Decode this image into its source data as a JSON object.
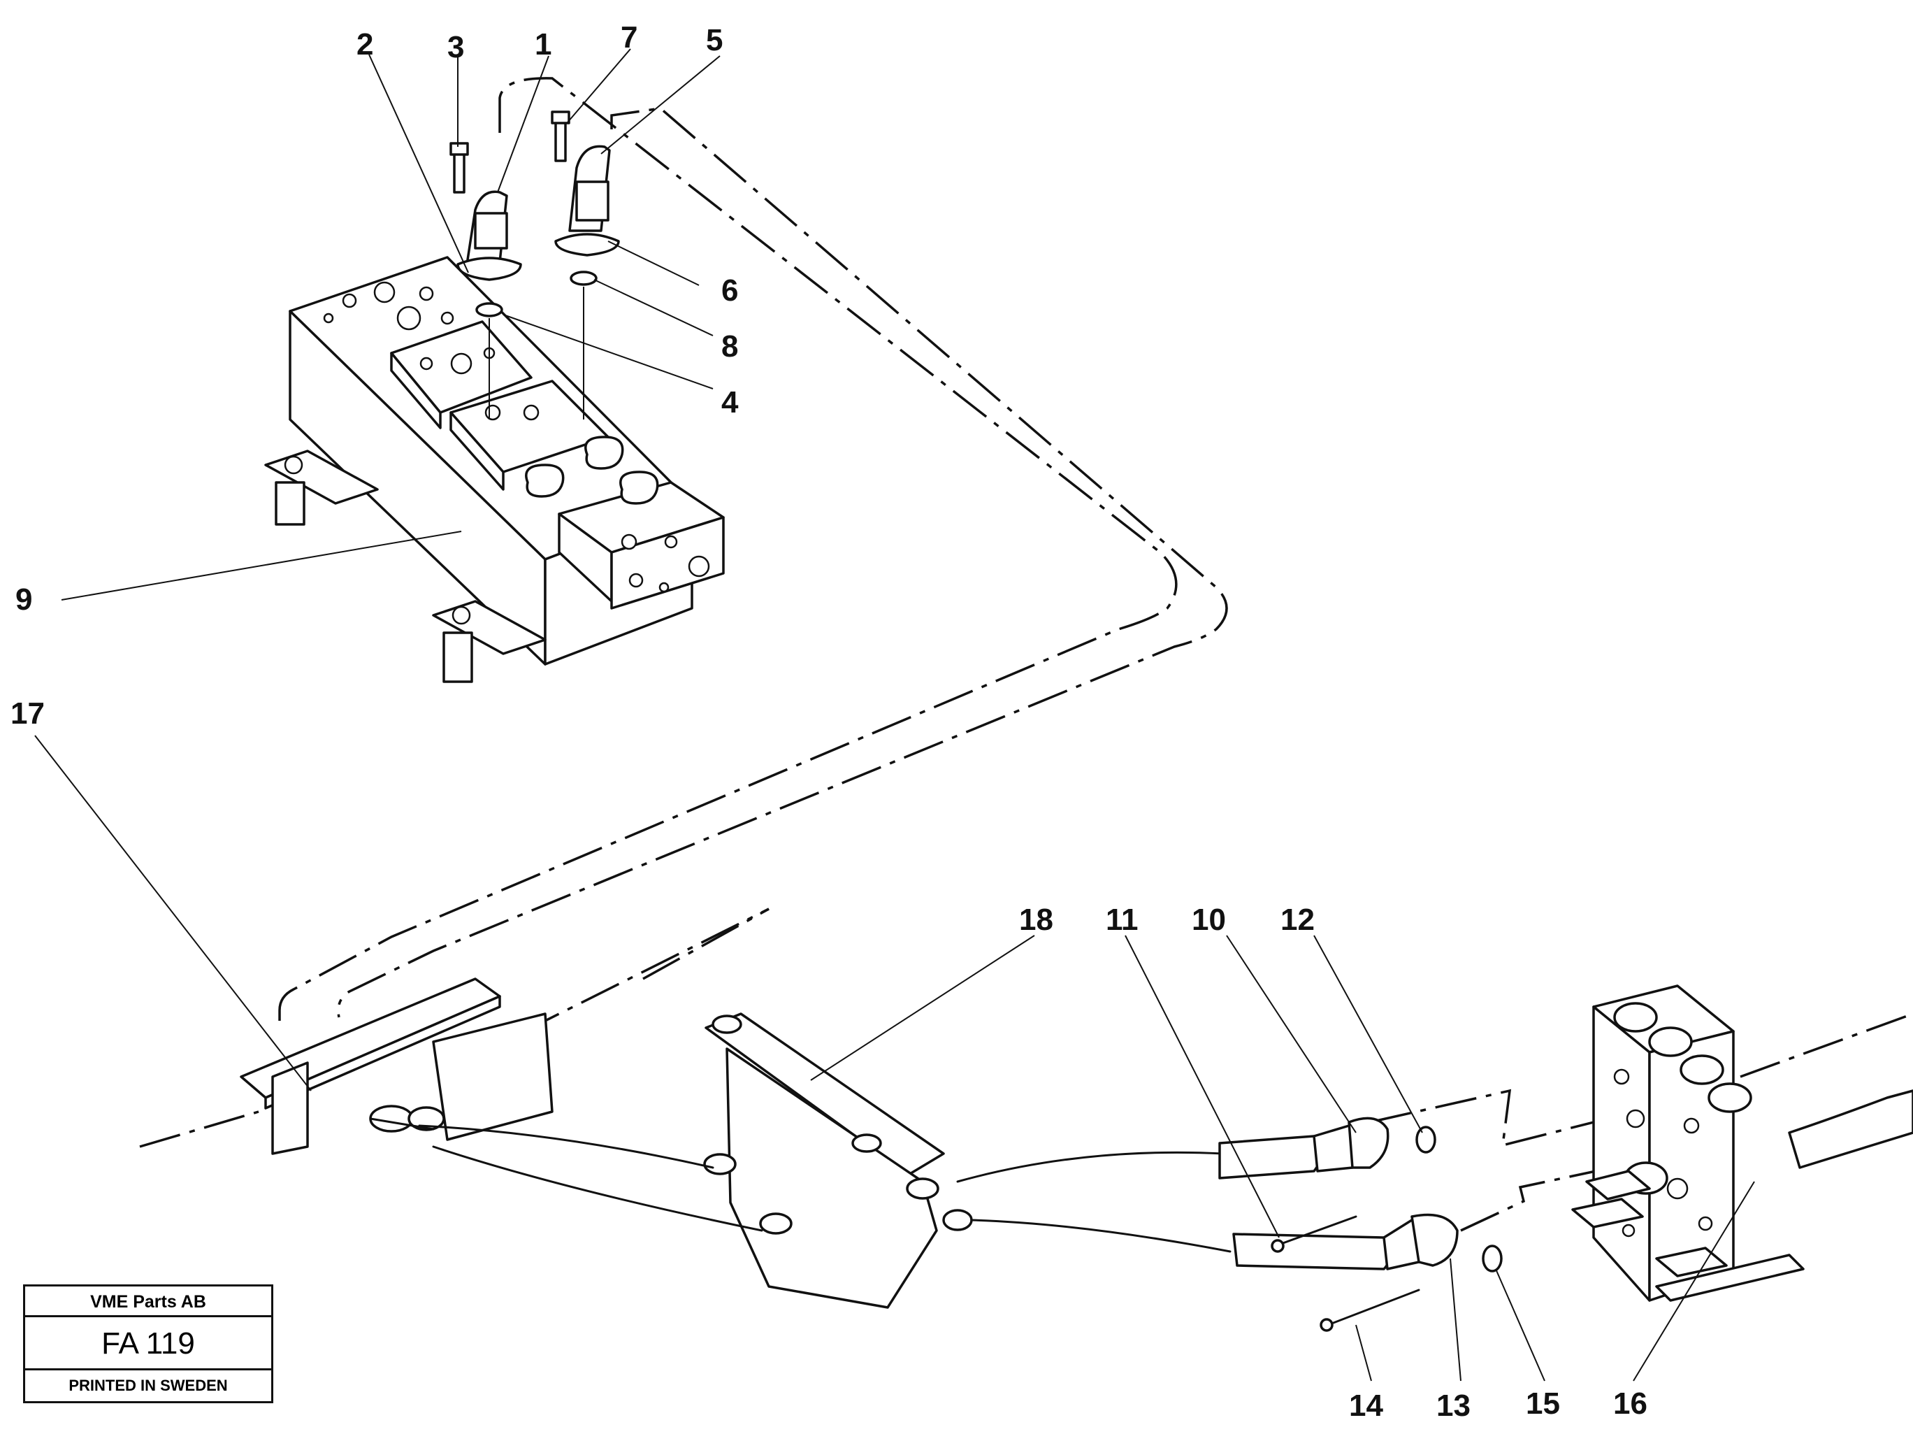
{
  "callouts": [
    "1",
    "2",
    "3",
    "4",
    "5",
    "6",
    "7",
    "8",
    "9",
    "10",
    "11",
    "12",
    "13",
    "14",
    "15",
    "16",
    "17",
    "18"
  ],
  "stamp": {
    "company": "VME Parts AB",
    "code": "FA 119",
    "printed": "PRINTED IN SWEDEN"
  }
}
